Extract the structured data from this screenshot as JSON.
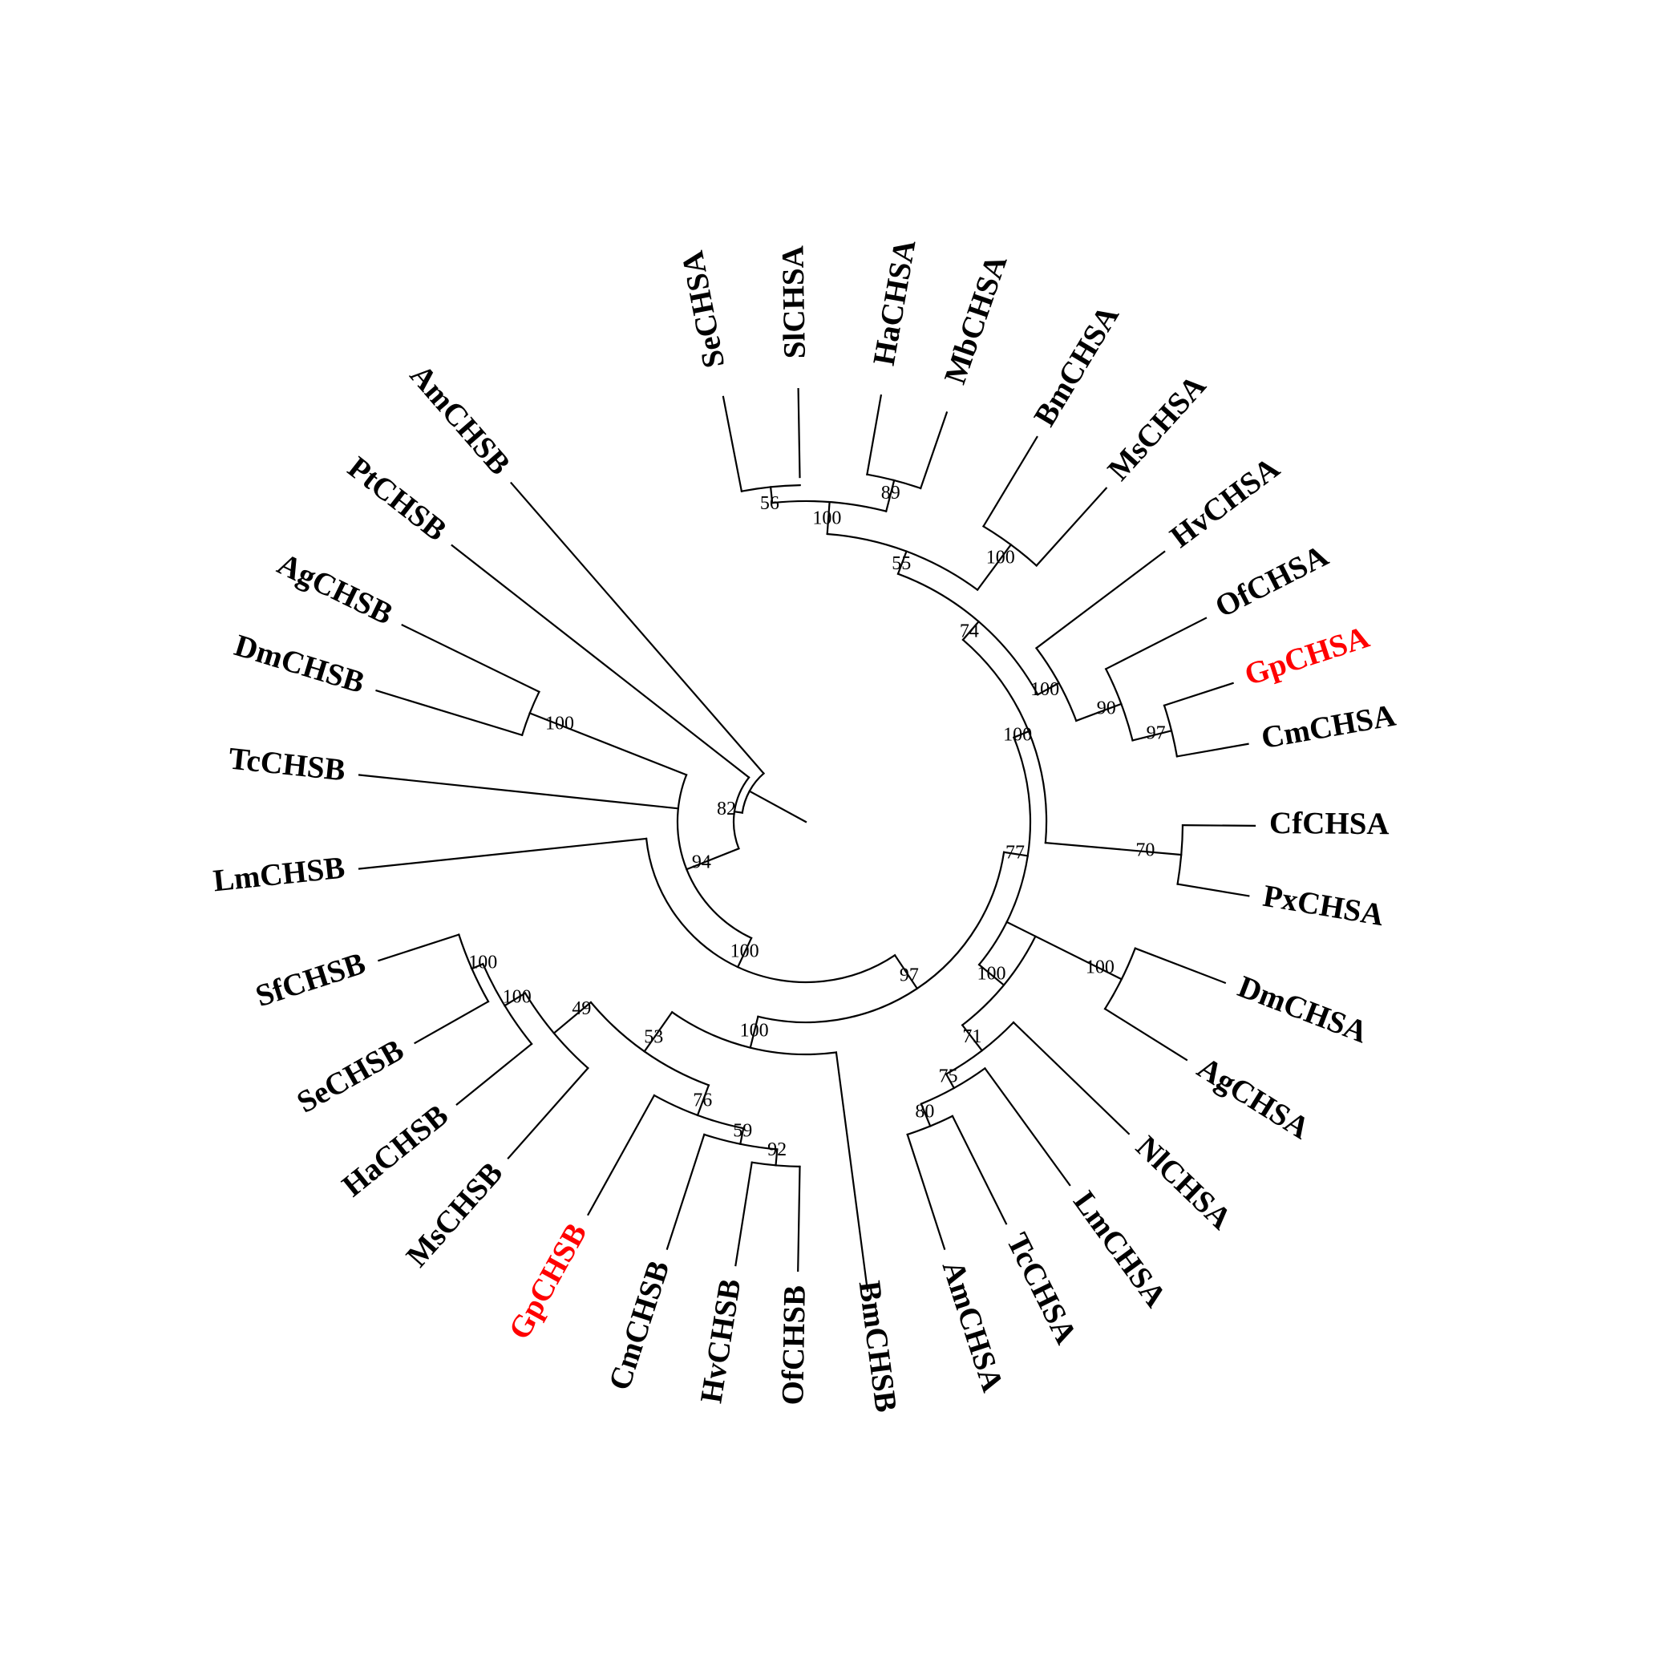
{
  "highlight_color": "#ff0000",
  "text_color": "#000000",
  "taxa": {
    "SeCHSA": "SeCHSA",
    "SlCHSA": "SlCHSA",
    "HaCHSA": "HaCHSA",
    "MbCHSA": "MbCHSA",
    "BmCHSA": "BmCHSA",
    "MsCHSA": "MsCHSA",
    "HvCHSA": "HvCHSA",
    "OfCHSA": "OfCHSA",
    "GpCHSA": "GpCHSA",
    "CmCHSA": "CmCHSA",
    "CfCHSA": "CfCHSA",
    "PxCHSA": "PxCHSA",
    "DmCHSA": "DmCHSA",
    "AgCHSA": "AgCHSA",
    "NlCHSA": "NlCHSA",
    "LmCHSA": "LmCHSA",
    "TcCHSA": "TcCHSA",
    "AmCHSA": "AmCHSA",
    "BmCHSB": "BmCHSB",
    "OfCHSB": "OfCHSB",
    "HvCHSB": "HvCHSB",
    "CmCHSB": "CmCHSB",
    "GpCHSB": "GpCHSB",
    "MsCHSB": "MsCHSB",
    "HaCHSB": "HaCHSB",
    "SeCHSB": "SeCHSB",
    "SfCHSB": "SfCHSB",
    "LmCHSB": "LmCHSB",
    "TcCHSB": "TcCHSB",
    "DmCHSB": "DmCHSB",
    "AgCHSB": "AgCHSB",
    "PtCHSB": "PtCHSB",
    "AmCHSB": "AmCHSB"
  },
  "highlighted_taxa": [
    "GpCHSA",
    "GpCHSB"
  ],
  "support_values": {
    "se_sl": "56",
    "ha_mb": "89",
    "slha": "100",
    "bm_ms": "100",
    "chsa_top": "55",
    "chsa_top_hv": "74",
    "of_gp_cm": "90",
    "gp_cm": "97",
    "hv_clade": "100",
    "cf_px": "70",
    "lepid_cfpx": "100",
    "dm_ag": "100",
    "am_tc": "80",
    "lm_amtc": "75",
    "nl_clade": "71",
    "chsa_lower": "100",
    "chsa_all": "77",
    "hv_of": "92",
    "cm_hvof": "59",
    "gp_cmhvof": "76",
    "ms_gp": "53",
    "sf_se": "100",
    "ha_sfse": "100",
    "lepid_chsb": "49",
    "bm_chsb": "100",
    "chsb_lm": "97",
    "chsb_tc": "100",
    "chsb_dmag": "94",
    "chsb_pt": "82",
    "dm_ag_b": "100"
  }
}
